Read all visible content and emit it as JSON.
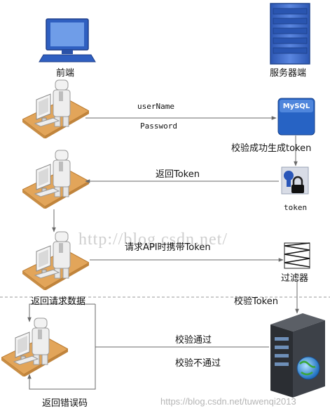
{
  "header": {
    "client_label": "前端",
    "server_label": "服务器端"
  },
  "step_login": {
    "request_user": "userName",
    "request_password": "Password",
    "mysql_badge": "MySQL",
    "verify_label": "校验成功生成token"
  },
  "step_token": {
    "return_label": "返回Token",
    "token_caption": "token"
  },
  "step_request": {
    "request_label": "请求API时携带Token",
    "filter_label": "过滤器",
    "data_label": "返回请求数据"
  },
  "step_verify": {
    "check_label": "校验Token",
    "pass_label": "校验通过",
    "fail_label": "校验不通过",
    "error_label": "返回错误码"
  },
  "watermarks": {
    "center": "http://blog.csdn.net/",
    "footer": "https://blog.csdn.net/tuwenqi2013"
  },
  "colors": {
    "monitor_blue": "#2f5fc0",
    "server_blue": "#3e6ccc",
    "desk_orange": "#e2a55a",
    "line_gray": "#6a6a6a"
  },
  "icons": [
    "computer-monitor-icon",
    "server-rack-icon",
    "user-workstation-icon",
    "mysql-database-icon",
    "token-lock-icon",
    "filter-icon",
    "server-globe-icon"
  ]
}
